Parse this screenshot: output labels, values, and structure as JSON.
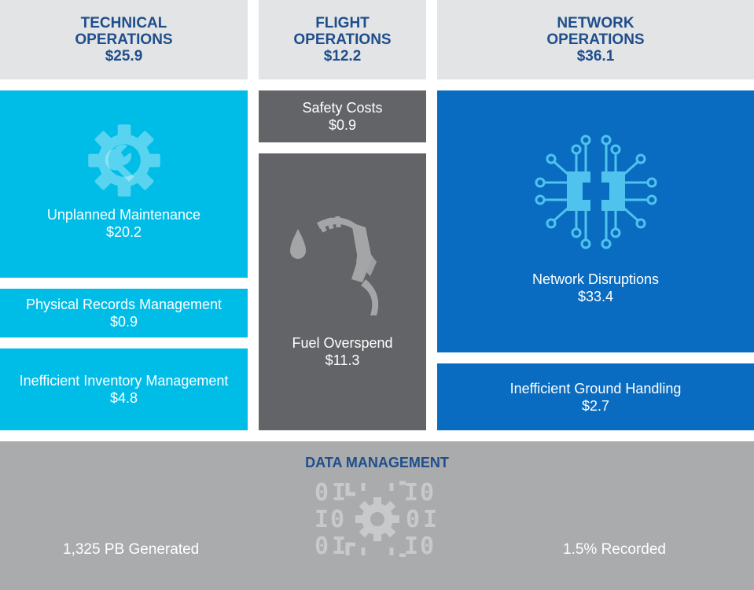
{
  "columns": [
    {
      "title_line1": "TECHNICAL",
      "title_line2": "OPERATIONS",
      "total": "$25.9"
    },
    {
      "title_line1": "FLIGHT",
      "title_line2": "OPERATIONS",
      "total": "$12.2"
    },
    {
      "title_line1": "NETWORK",
      "title_line2": "OPERATIONS",
      "total": "$36.1"
    }
  ],
  "technical": [
    {
      "label": "Unplanned Maintenance",
      "value": "$20.2",
      "icon": "gear-wrench-icon"
    },
    {
      "label": "Physical Records Management",
      "value": "$0.9"
    },
    {
      "label": "Inefficient Inventory Management",
      "value": "$4.8"
    }
  ],
  "flight": [
    {
      "label": "Safety Costs",
      "value": "$0.9"
    },
    {
      "label": "Fuel Overspend",
      "value": "$11.3",
      "icon": "fuel-nozzle-icon"
    }
  ],
  "network": [
    {
      "label": "Network Disruptions",
      "value": "$33.4",
      "icon": "circuit-chip-icon"
    },
    {
      "label": "Inefficient Ground Handling",
      "value": "$2.7"
    }
  ],
  "data_management": {
    "title": "DATA MANAGEMENT",
    "left_stat": "1,325 PB Generated",
    "right_stat": "1.5% Recorded",
    "icon": "binary-gear-icon"
  },
  "colors": {
    "header_bg": "#e3e4e5",
    "header_text": "#1f4e8c",
    "technical": "#00bde8",
    "flight": "#636467",
    "network": "#0a6cc0",
    "data": "#a9abad"
  }
}
